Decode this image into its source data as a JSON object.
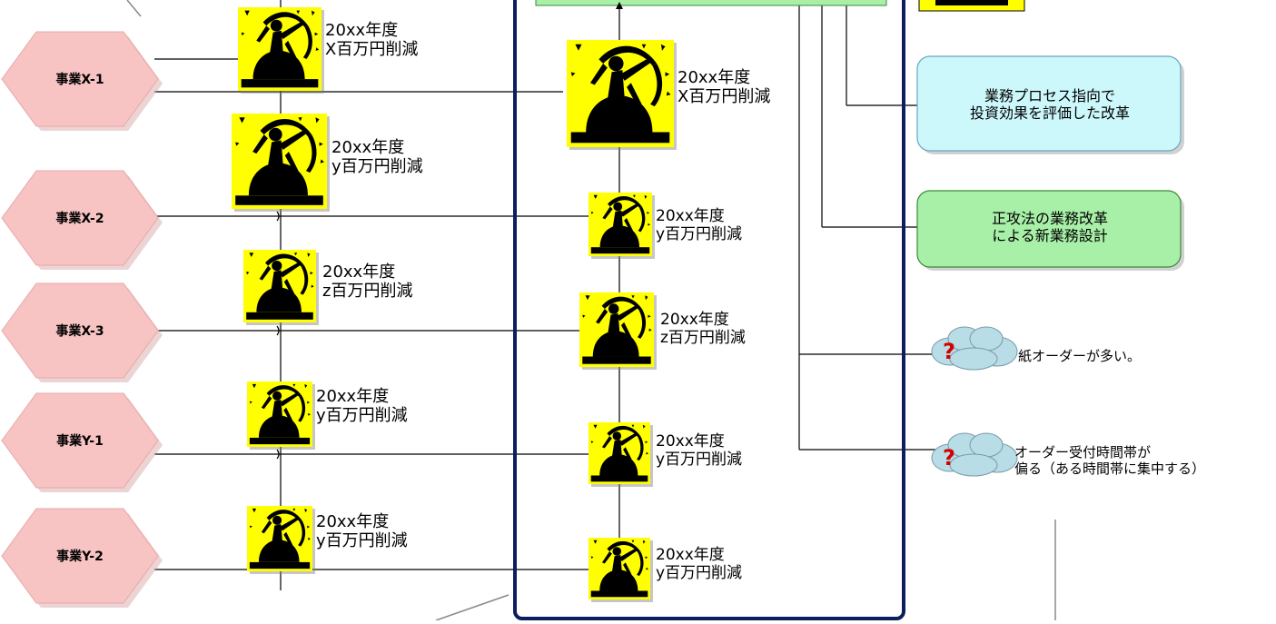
{
  "projects": [
    {
      "label": "事業X-1"
    },
    {
      "label": "事業X-2"
    },
    {
      "label": "事業X-3"
    },
    {
      "label": "事業Y-1"
    },
    {
      "label": "事業Y-2"
    }
  ],
  "left_targets": [
    {
      "year": "20xx年度",
      "amount": "X百万円削減"
    },
    {
      "year": "20xx年度",
      "amount": "y百万円削減"
    },
    {
      "year": "20xx年度",
      "amount": "z百万円削減"
    },
    {
      "year": "20xx年度",
      "amount": "y百万円削減"
    },
    {
      "year": "20xx年度",
      "amount": "y百万円削減"
    }
  ],
  "center_targets": [
    {
      "year": "20xx年度",
      "amount": "X百万円削減"
    },
    {
      "year": "20xx年度",
      "amount": "y百万円削減"
    },
    {
      "year": "20xx年度",
      "amount": "z百万円削減"
    },
    {
      "year": "20xx年度",
      "amount": "y百万円削減"
    },
    {
      "year": "20xx年度",
      "amount": "y百万円削減"
    }
  ],
  "right_boxes": {
    "investment": {
      "line1": "業務プロセス指向で",
      "line2": "投資効果を評価した改革",
      "fill": "#ccf7fb"
    },
    "redesign": {
      "line1": "正攻法の業務改革",
      "line2": "による新業務設計",
      "fill": "#a8f0a8"
    }
  },
  "issues": [
    {
      "line1": "紙オーダーが多い。",
      "line2": ""
    },
    {
      "line1": "オーダー受付時間帯が",
      "line2": "偏る（ある時間帯に集中する）"
    }
  ],
  "colors": {
    "hexagon_fill": "#f7c3c3",
    "icon_fill": "#ffff00",
    "frame_border": "#0a1f5c",
    "cloud_fill": "#b8dde6",
    "question_mark": "#d40000"
  },
  "icons": {
    "archer": "archer-target-icon",
    "question": "question-mark-icon",
    "cloud": "cloud-icon"
  }
}
